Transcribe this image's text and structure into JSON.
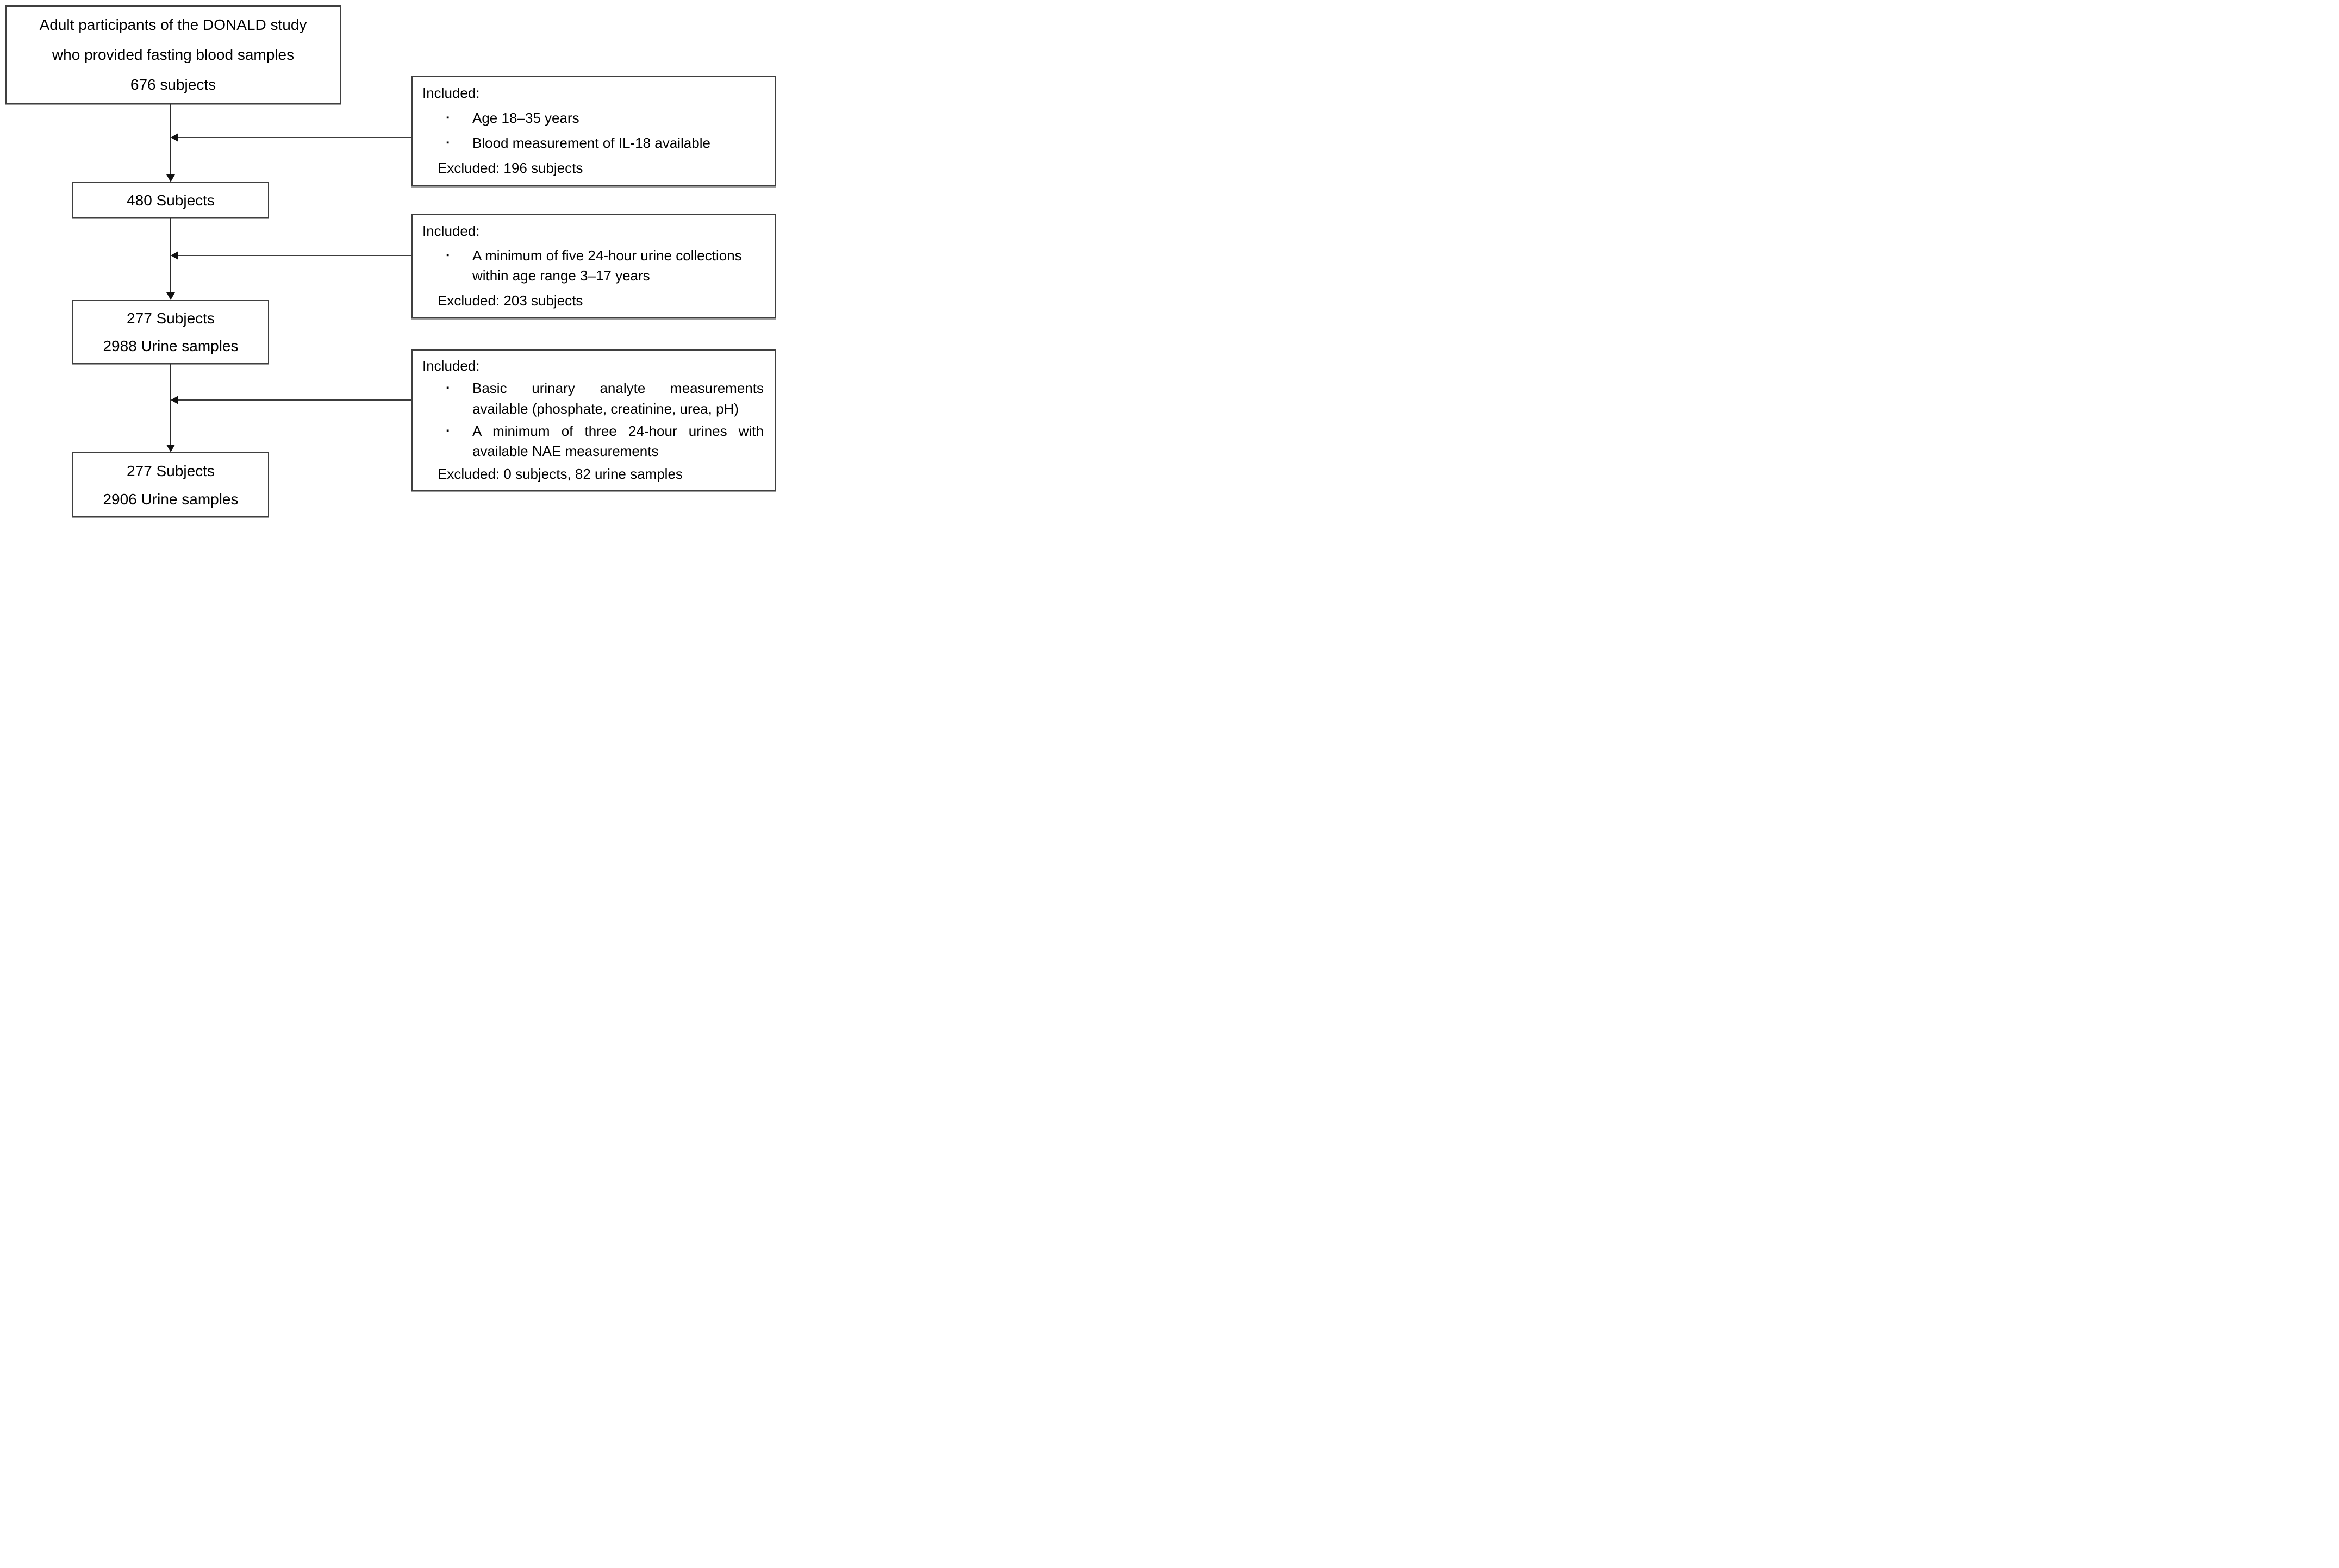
{
  "flow": {
    "boxes": [
      {
        "lines": [
          "Adult participants of the DONALD study",
          "who provided fasting blood samples",
          "676 subjects"
        ]
      },
      {
        "lines": [
          "480 Subjects"
        ]
      },
      {
        "lines": [
          "277 Subjects",
          "2988 Urine samples"
        ]
      },
      {
        "lines": [
          "277 Subjects",
          "2906 Urine samples"
        ]
      }
    ]
  },
  "criteria": [
    {
      "heading": "Included:",
      "bullets": [
        {
          "lines": [
            "Age 18–35 years"
          ]
        },
        {
          "lines": [
            "Blood measurement of IL-18 available"
          ]
        }
      ],
      "excluded": "Excluded: 196 subjects"
    },
    {
      "heading": "Included:",
      "bullets": [
        {
          "lines": [
            "A minimum of five 24-hour urine collections",
            "within age range 3–17 years"
          ]
        }
      ],
      "excluded": "Excluded: 203 subjects"
    },
    {
      "heading": "Included:",
      "bullets": [
        {
          "lines": [
            "Basic urinary analyte measurements",
            "available (phosphate, creatinine, urea, pH)"
          ]
        },
        {
          "lines": [
            "A minimum of three 24-hour urines with",
            "available NAE measurements"
          ]
        }
      ],
      "excluded": "Excluded: 0 subjects, 82 urine samples"
    }
  ],
  "icons": {
    "bullet": "▪"
  },
  "colors": {
    "border": "#3f3f3f",
    "line": "#2b2b2b",
    "text": "#000000",
    "background": "#ffffff"
  }
}
